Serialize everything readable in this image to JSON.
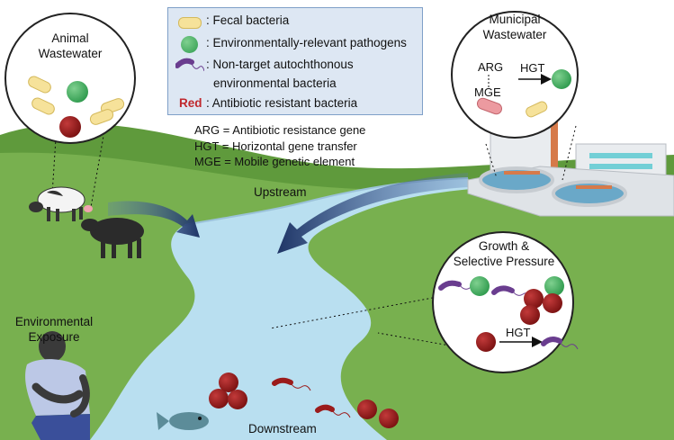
{
  "legend": {
    "items": [
      {
        "icon": "fecal-bacteria-icon",
        "label": ": Fecal bacteria"
      },
      {
        "icon": "pathogen-icon",
        "label": ": Environmentally-relevant pathogens"
      },
      {
        "icon": "autochthonous-bacteria-icon",
        "label": ": Non-target autochthonous"
      },
      {
        "icon": "",
        "label": "environmental bacteria"
      }
    ],
    "red_key": "Red",
    "red_label": ": Antibiotic resistant bacteria"
  },
  "abbreviations": [
    "ARG = Antibiotic resistance gene",
    "HGT = Horizontal gene transfer",
    "MGE = Mobile genetic element"
  ],
  "animal_wastewater": {
    "line1": "Animal",
    "line2": "Wastewater"
  },
  "municipal_wastewater": {
    "line1": "Municipal",
    "line2": "Wastewater",
    "arg": "ARG",
    "mge": "MGE",
    "hgt": "HGT"
  },
  "growth": {
    "line1": "Growth &",
    "line2": "Selective Pressure",
    "hgt": "HGT"
  },
  "environmental_exposure": {
    "line1": "Environmental",
    "line2": "Exposure"
  },
  "river": {
    "upstream": "Upstream",
    "downstream": "Downstream"
  },
  "colors": {
    "grass": "#6fa84a",
    "grass_dark": "#5a9138",
    "river": "#b9dff0",
    "arrow": "#1f3566",
    "fecal": "#f6e29a",
    "pathogen": "#52b56a",
    "autochthonous": "#6a3d8f",
    "resistant": "#9b1b1b",
    "legend_bg": "#dde7f3"
  }
}
